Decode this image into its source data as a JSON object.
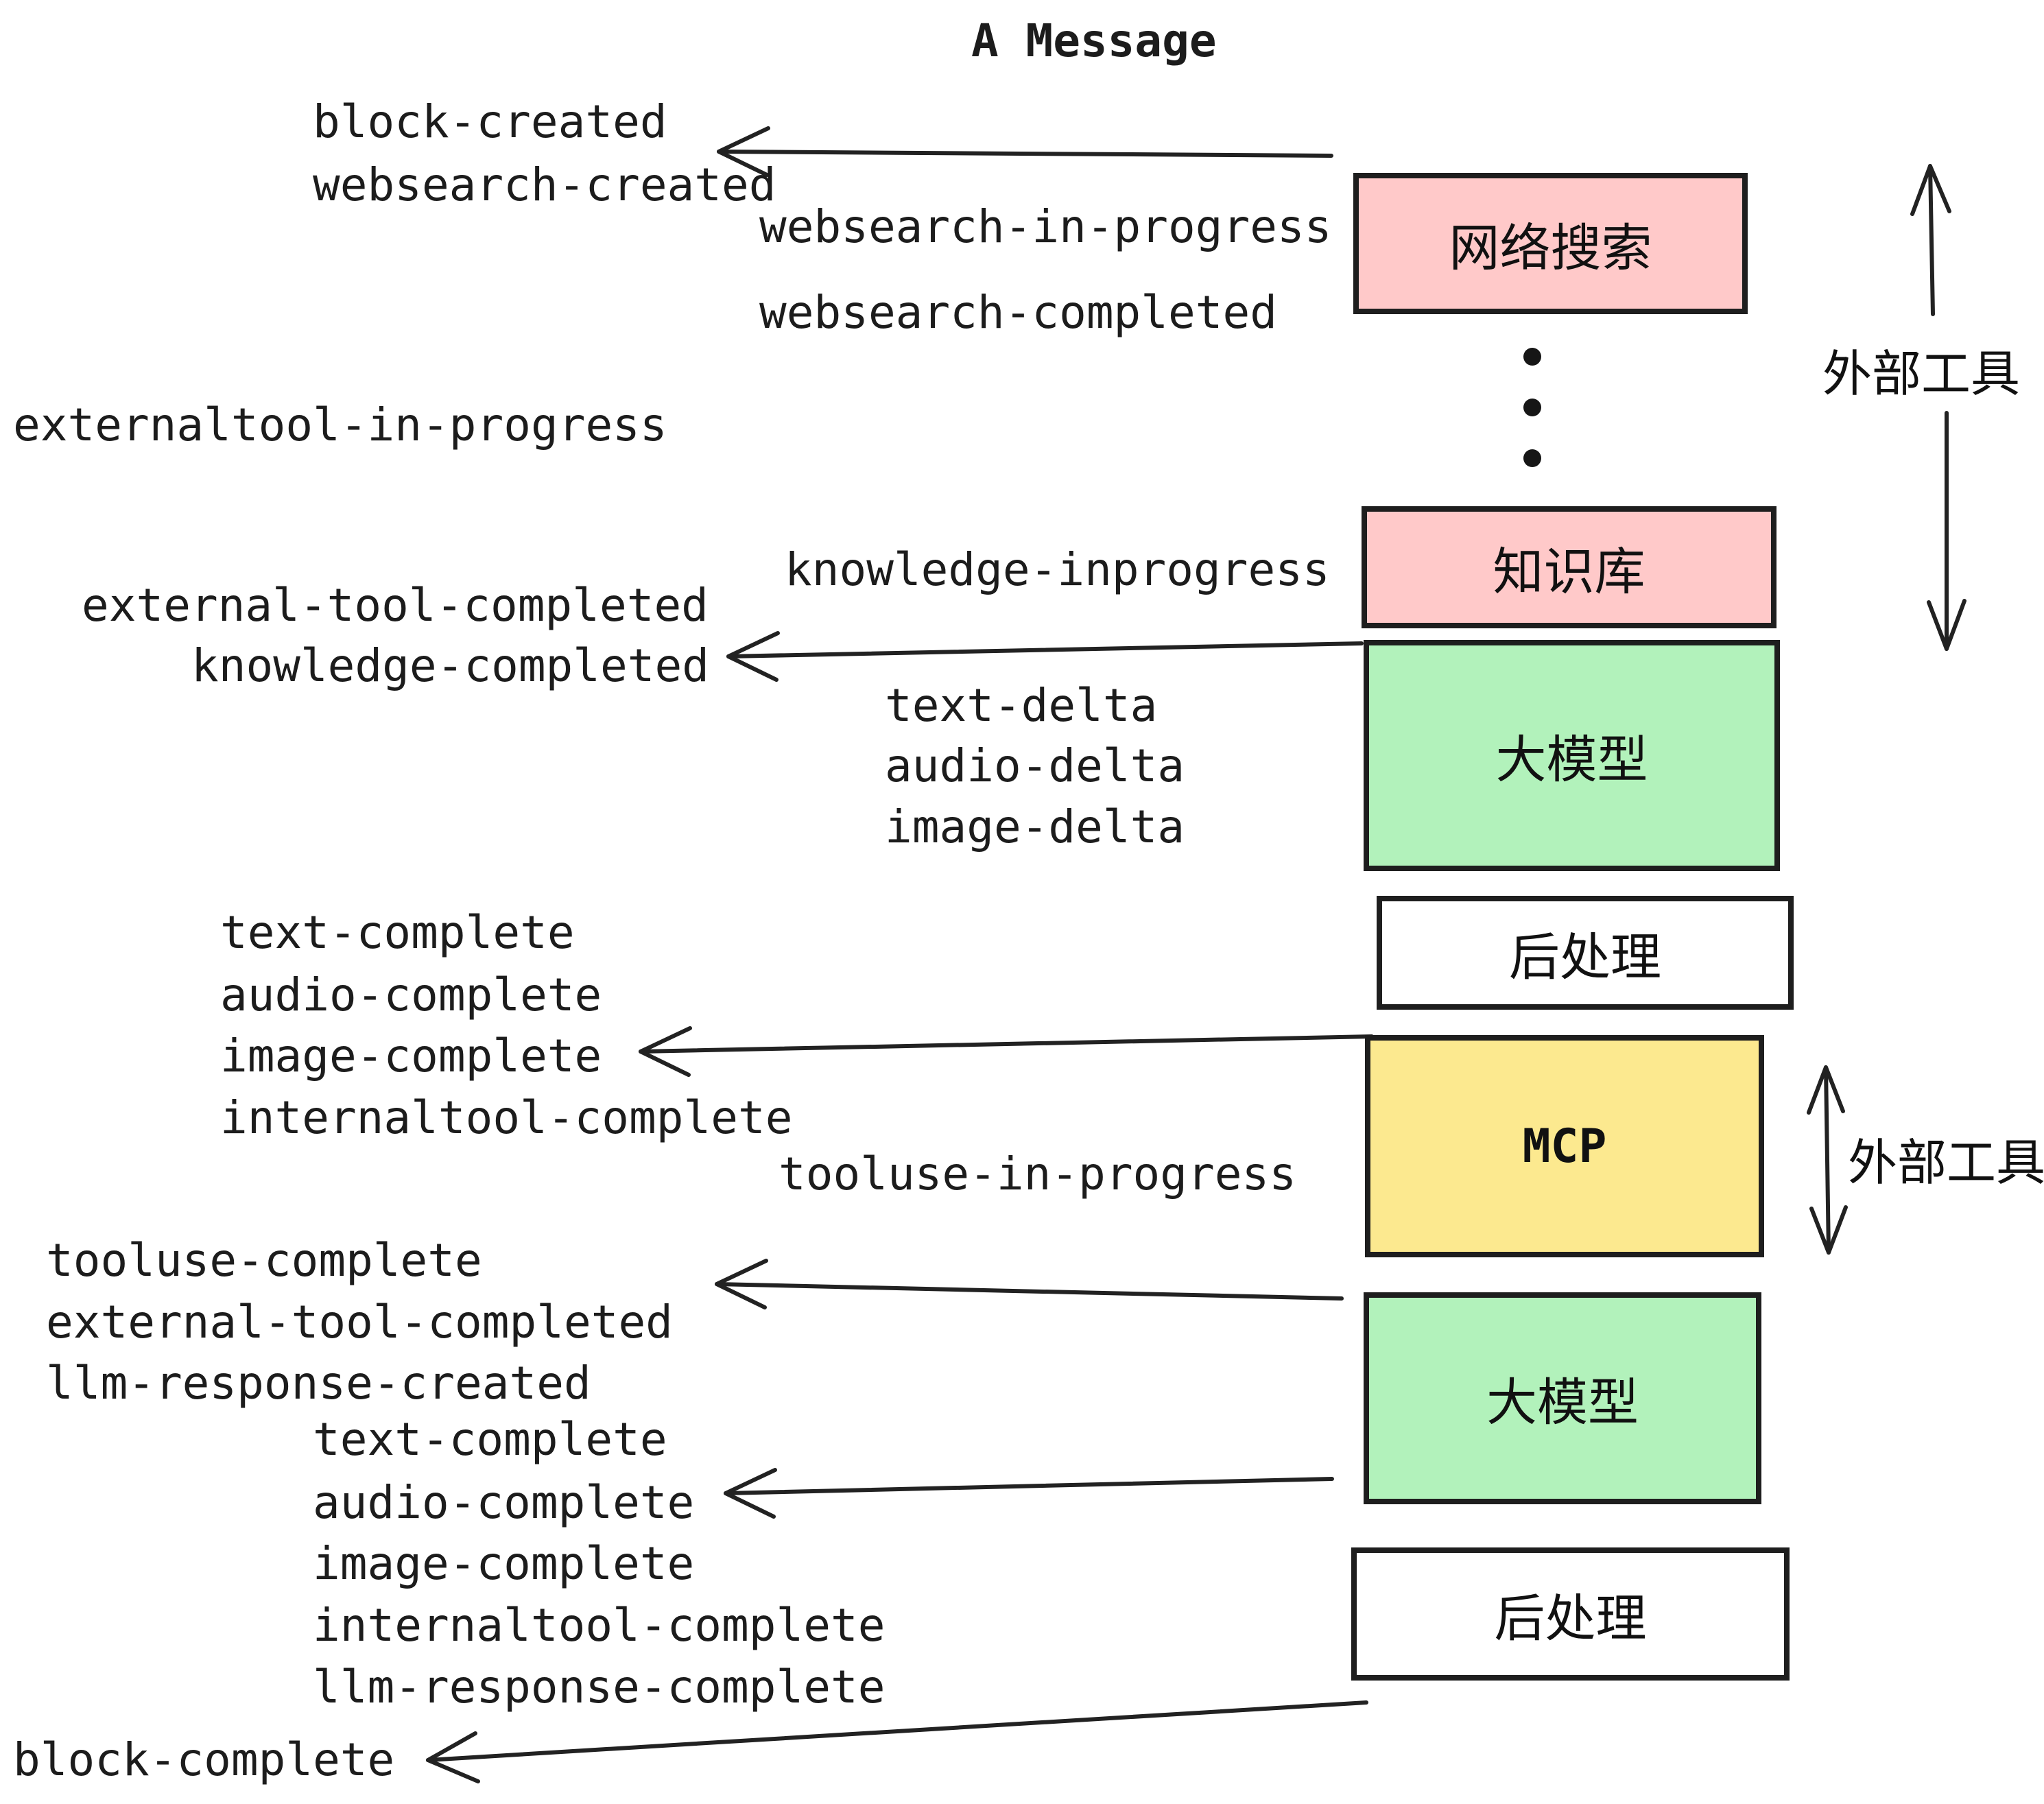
{
  "title": "A Message",
  "colors": {
    "background": "#ffffff",
    "box_border": "#1e1e1e",
    "arrow": "#222222",
    "pink": "#ffc9c9",
    "green": "#b2f2bb",
    "yellow": "#fce98f",
    "white": "#ffffff",
    "text": "#1c1c1c"
  },
  "boxes": [
    {
      "label": "网络搜索",
      "color": "#ffc9c9"
    },
    {
      "label": "知识库",
      "color": "#ffc9c9"
    },
    {
      "label": "大模型",
      "color": "#b2f2bb"
    },
    {
      "label": "后处理",
      "color": "#ffffff"
    },
    {
      "label": "MCP",
      "color": "#fce98f"
    },
    {
      "label": "大模型",
      "color": "#b2f2bb"
    },
    {
      "label": "后处理",
      "color": "#ffffff"
    }
  ],
  "events": [
    {
      "label": "block-created"
    },
    {
      "label": "websearch-created"
    },
    {
      "label": "websearch-in-progress"
    },
    {
      "label": "websearch-completed"
    },
    {
      "label": "externaltool-in-progress"
    },
    {
      "label": "knowledge-inprogress"
    },
    {
      "label": "external-tool-completed"
    },
    {
      "label": "knowledge-completed"
    },
    {
      "label": "text-delta"
    },
    {
      "label": "audio-delta"
    },
    {
      "label": "image-delta"
    },
    {
      "label": "text-complete"
    },
    {
      "label": "audio-complete"
    },
    {
      "label": "image-complete"
    },
    {
      "label": "internaltool-complete"
    },
    {
      "label": "tooluse-in-progress"
    },
    {
      "label": "tooluse-complete"
    },
    {
      "label": "external-tool-completed"
    },
    {
      "label": "llm-response-created"
    },
    {
      "label": "text-complete"
    },
    {
      "label": "audio-complete"
    },
    {
      "label": "image-complete"
    },
    {
      "label": "internaltool-complete"
    },
    {
      "label": "llm-response-complete"
    },
    {
      "label": "block-complete"
    }
  ],
  "annotations": [
    {
      "label": "外部工具"
    },
    {
      "label": "外部工具"
    }
  ]
}
